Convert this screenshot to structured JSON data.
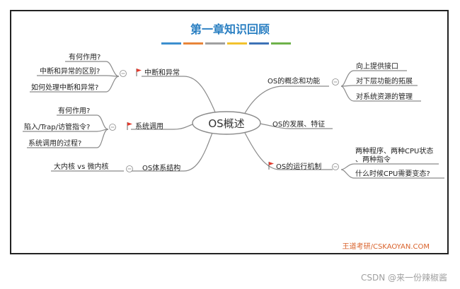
{
  "title": "第一章知识回顾",
  "title_bar_colors": [
    "#3c8fcf",
    "#e8853a",
    "#a0a0a0",
    "#f2c22e",
    "#3d72b6",
    "#6eb24a"
  ],
  "center": {
    "label": "OS概述"
  },
  "branches": {
    "concept": {
      "label": "OS的概念和功能",
      "children": [
        "向上提供接口",
        "对下层功能的拓展",
        "对系统资源的管理"
      ]
    },
    "development": {
      "label": "OS的发展、特征"
    },
    "runtime": {
      "label": "OS的运行机制",
      "children_line1": "两种程序、两种CPU状态",
      "children_line2": "、两种指令",
      "child2": "什么时候CPU需要变态?"
    },
    "interrupt": {
      "label": "中断和异常",
      "children": [
        "有何作用?",
        "中断和异常的区别?",
        "如何处理中断和异常?"
      ]
    },
    "syscall": {
      "label": "系统调用",
      "children": [
        "有何作用?",
        "陷入/Trap/访管指令?",
        "系统调用的过程?"
      ]
    },
    "structure": {
      "label": "OS体系结构",
      "children": [
        "大内核 vs 微内核"
      ]
    }
  },
  "credit": "王道考研/CSKAOYAN.COM",
  "footer": "CSDN @来一份辣椒酱",
  "colors": {
    "line": "#8a8a8a",
    "flag": "#e23b2e",
    "title": "#2a7fc2",
    "credit": "#d9622b"
  },
  "icons": {
    "flag": "flag-icon",
    "collapse": "collapse-icon"
  }
}
